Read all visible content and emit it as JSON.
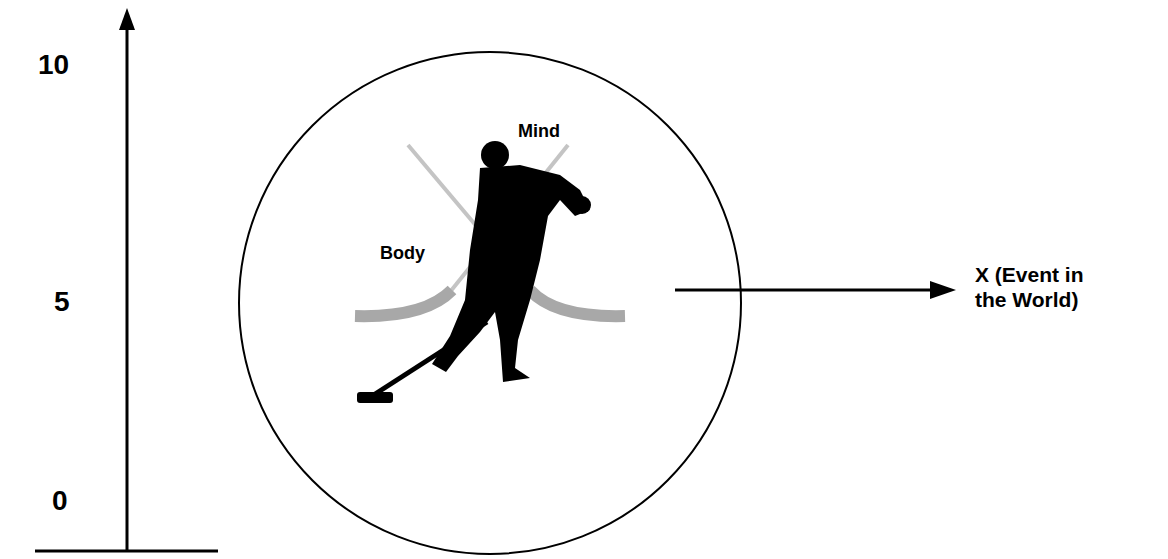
{
  "diagram": {
    "labels": [
      "10",
      "5",
      "0",
      "Mind",
      "Body",
      "X (Event in the World)"
    ]
  }
}
